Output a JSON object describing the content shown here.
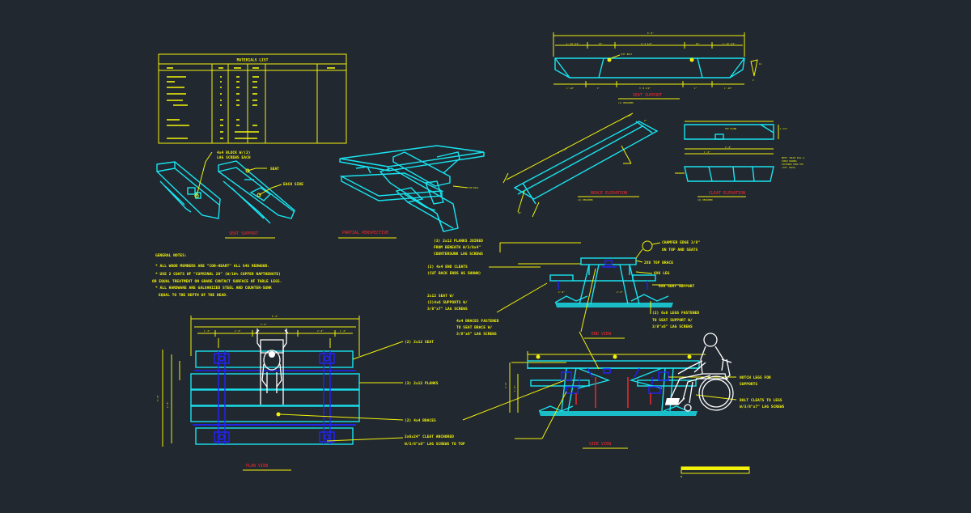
{
  "drawing": {
    "colors": {
      "background": "#212830",
      "text": "#f2f20a",
      "cyan": "#18e4f0",
      "blue": "#2323ff",
      "red": "#ff2a2a",
      "white": "#ffffff"
    }
  },
  "materials": {
    "title": "MATERIALS LIST"
  },
  "labels": {
    "block": "4x4 BLOCK W/(2)",
    "block2": "LAG SCREWS EACH",
    "seat": "SEAT",
    "each_side": "EACH SIDE",
    "seat_support": "SEAT SUPPORT",
    "partial_perspective": "PARTIAL PERSPECTIVE",
    "seat_support_top": "SEAT SUPPORT",
    "brace_elevation": "BRACE ELEVATION",
    "cleat_elevation": "CLEAT ELEVATION",
    "planks1": "(3) 2x12 PLANKS JOINED",
    "planks2": "FROM BENEATH W/3/8x4\"",
    "planks3": "COUNTERSUNK LAG SCREWS",
    "end_cleats1": "(2) 4x4 END CLEATS",
    "end_cleats2": "(CUT BACK ENDS AS SHOWN)",
    "seat_w1": "2x12 SEAT W/",
    "seat_w2": "(2)4x6 SUPPORTS W/",
    "seat_w3": "3/8\"x7\" LAG SCREWS",
    "braces1": "4x4 BRACES FASTENED",
    "braces2": "TO SEAT BRACE W/",
    "braces3": "3/8\"x6\" LAG SCREWS",
    "chamfer1": "CHAMFER EDGE 3/8\"",
    "chamfer2": "ON TOP AND SEATS",
    "top_brace": "2X6 TOP BRACE",
    "leg": "6X6 LEG",
    "seat_support_r": "6X6 SEAT SUPPORT",
    "legs1": "(2) 6x6 LEGS FASTENED",
    "legs2": "TO SEAT SUPPORT W/",
    "legs3": "3/8\"x6\" LAG SCREWS",
    "end_view": "END VIEW",
    "notch1": "NOTCH LEGS FOR",
    "notch2": "SUPPORTS",
    "bolt1": "BOLT CLEATS TO LEGS",
    "bolt2": "W/3/8\"x7\" LAG SCREWS",
    "side_view": "SIDE VIEW",
    "plan_seat": "(2) 2x12 SEAT",
    "plan_planks": "(3) 2x12 PLANKS",
    "plan_braces": "(2) 4x4 BRACES",
    "plan_cleat1": "2x6x24\" CLEAT ANCHORED",
    "plan_cleat2": "W/3/8\"x6\" LAG SCREWS TO TOP",
    "plan_view": "PLAN VIEW"
  },
  "notes": {
    "title": "GENERAL NOTES:",
    "lines": [
      "* ALL WOOD MEMBERS ARE \"CON-HEART\" ALL S4S REDWOOD.",
      "* USE 2 COATS OF \"CUPRINOL 20\" (W/10% COPPER NAPTHENATE)",
      "OR EQUAL TREATMENT ON GRADE CONTACT SURFACE OF TABLE LEGS.",
      "* ALL HARDWARE ARE GALVANIZED STEEL AND COUNTER-SUNK",
      "EQUAL TO THE DEPTH OF THE HEAD."
    ]
  }
}
